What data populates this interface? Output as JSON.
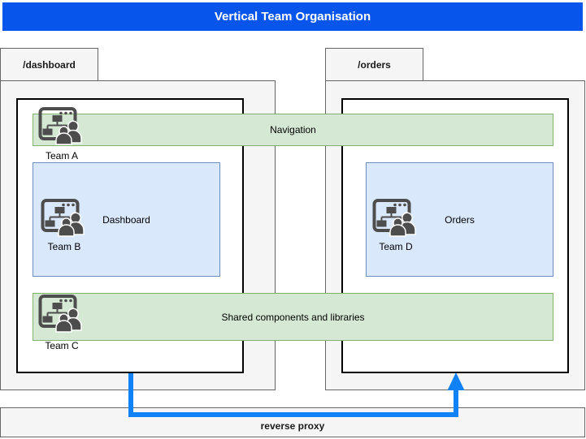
{
  "banner": {
    "title": "Vertical Team Organisation"
  },
  "tabs": [
    {
      "label": "/dashboard"
    },
    {
      "label": "/orders"
    }
  ],
  "bars": {
    "navigation": "Navigation",
    "shared": "Shared components and libraries"
  },
  "modules": [
    {
      "label": "Dashboard"
    },
    {
      "label": "Orders"
    }
  ],
  "teams": [
    {
      "label": "Team A"
    },
    {
      "label": "Team B"
    },
    {
      "label": "Team C"
    },
    {
      "label": "Team D"
    }
  ],
  "footer": {
    "label": "reverse proxy"
  },
  "icons": {
    "team": "team-browser-orgchart-icon"
  },
  "colors": {
    "banner_bg": "#0855EB",
    "banner_fg": "#FFFFFF",
    "arrow_blue": "#1082F5",
    "green_fill": "#D5E8D4",
    "green_stroke": "#82B366",
    "blue_fill": "#DAE8FC",
    "blue_stroke": "#6C8EBF",
    "gray_fill": "#F5F5F5",
    "gray_stroke": "#666666",
    "frame_stroke": "#000000",
    "icon_gray": "#4D4D4D"
  }
}
